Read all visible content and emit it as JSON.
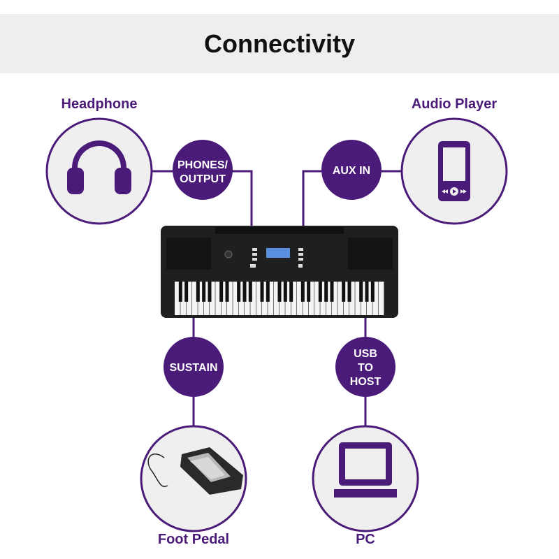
{
  "title": "Connectivity",
  "colors": {
    "accent": "#4a1b78",
    "band": "#eeeeee",
    "circle_fill": "#efefef"
  },
  "devices": {
    "headphone": {
      "label": "Headphone",
      "icon": "headphones-icon",
      "port": [
        "PHONES/",
        "OUTPUT"
      ]
    },
    "audio_player": {
      "label": "Audio Player",
      "icon": "media-player-icon",
      "port": [
        "AUX IN"
      ]
    },
    "foot_pedal": {
      "label": "Foot Pedal",
      "icon": "sustain-pedal-icon",
      "port": [
        "SUSTAIN"
      ]
    },
    "pc": {
      "label": "PC",
      "icon": "laptop-icon",
      "port": [
        "USB",
        "TO",
        "HOST"
      ]
    }
  }
}
